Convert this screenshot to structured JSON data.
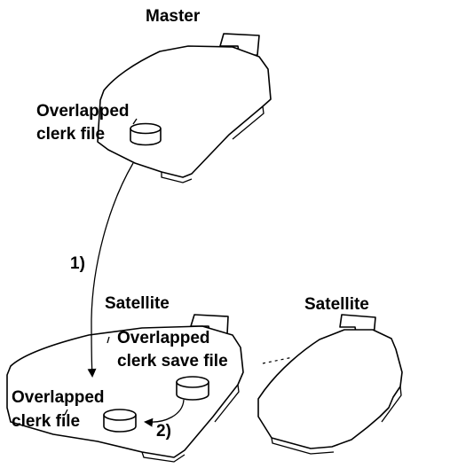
{
  "nodes": {
    "master": {
      "title": "Master",
      "file_line1": "Overlapped",
      "file_line2": "clerk file"
    },
    "satellite_left": {
      "title": "Satellite",
      "save_line1": "Overlapped",
      "save_line2": "clerk save file",
      "file_line1": "Overlapped",
      "file_line2": "clerk file"
    },
    "satellite_right": {
      "title": "Satellite"
    }
  },
  "steps": {
    "step1": "1)",
    "step2": "2)"
  },
  "colors": {
    "stroke": "#000000",
    "background": "#ffffff"
  }
}
